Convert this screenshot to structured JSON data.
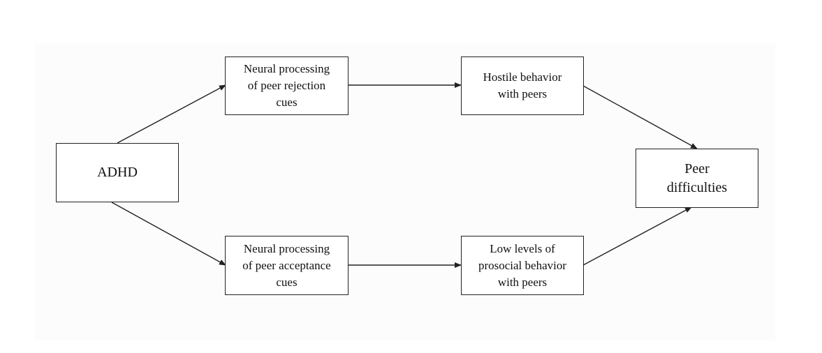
{
  "diagram": {
    "nodes": {
      "adhd": "ADHD",
      "neural_rejection": "Neural processing\nof peer rejection\ncues",
      "neural_acceptance": "Neural processing\nof peer acceptance\ncues",
      "hostile": "Hostile behavior\nwith peers",
      "prosocial": "Low levels of\nprosocial behavior\nwith peers",
      "peer_difficulties": "Peer\ndifficulties"
    },
    "edges": [
      {
        "from": "adhd",
        "to": "neural_rejection"
      },
      {
        "from": "adhd",
        "to": "neural_acceptance"
      },
      {
        "from": "neural_rejection",
        "to": "hostile"
      },
      {
        "from": "neural_acceptance",
        "to": "prosocial"
      },
      {
        "from": "hostile",
        "to": "peer_difficulties"
      },
      {
        "from": "prosocial",
        "to": "peer_difficulties"
      }
    ],
    "colors": {
      "stroke": "#222222",
      "text": "#111111"
    }
  }
}
